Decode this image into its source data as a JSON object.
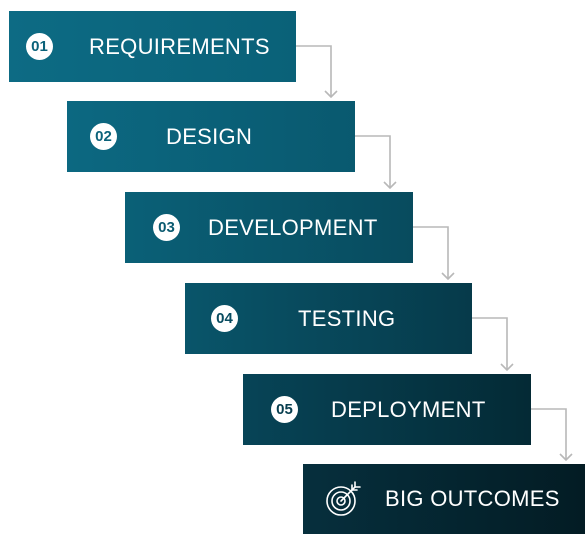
{
  "steps": [
    {
      "number": "01",
      "label": "REQUIREMENTS"
    },
    {
      "number": "02",
      "label": "DESIGN"
    },
    {
      "number": "03",
      "label": "DEVELOPMENT"
    },
    {
      "number": "04",
      "label": "TESTING"
    },
    {
      "number": "05",
      "label": "DEPLOYMENT"
    }
  ],
  "outcome": {
    "label": "BIG OUTCOMES",
    "icon": "target-arrow-icon"
  },
  "colors": {
    "step1": "#0d6b84",
    "step6": "#031c24",
    "connector": "#b8b8b8",
    "text": "#ffffff"
  }
}
